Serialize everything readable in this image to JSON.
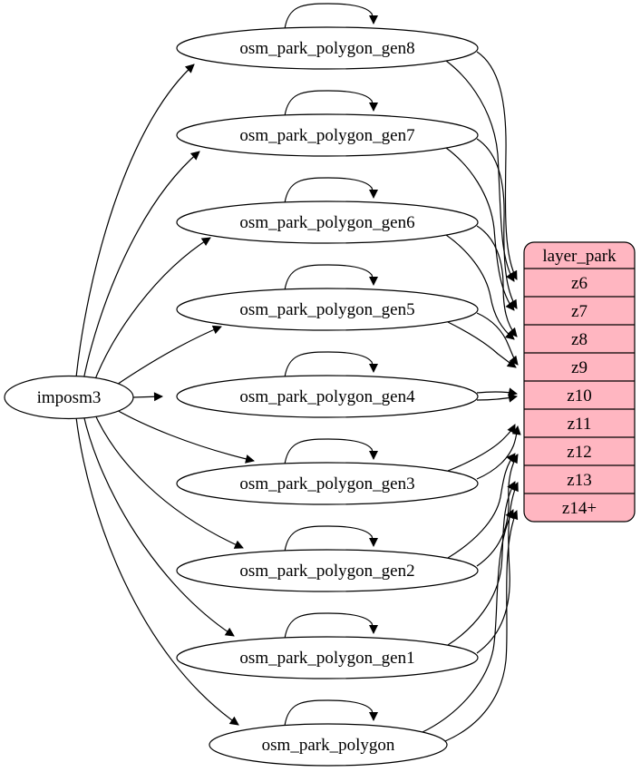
{
  "diagram_type": "etl-graph",
  "nodes": {
    "source": {
      "label": "imposm3"
    },
    "tables": [
      {
        "label": "osm_park_polygon_gen8",
        "target_zoom": "z6"
      },
      {
        "label": "osm_park_polygon_gen7",
        "target_zoom": "z7"
      },
      {
        "label": "osm_park_polygon_gen6",
        "target_zoom": "z8"
      },
      {
        "label": "osm_park_polygon_gen5",
        "target_zoom": "z9"
      },
      {
        "label": "osm_park_polygon_gen4",
        "target_zoom": "z10"
      },
      {
        "label": "osm_park_polygon_gen3",
        "target_zoom": "z11"
      },
      {
        "label": "osm_park_polygon_gen2",
        "target_zoom": "z12"
      },
      {
        "label": "osm_park_polygon_gen1",
        "target_zoom": "z13"
      },
      {
        "label": "osm_park_polygon",
        "target_zoom": "z14+"
      }
    ],
    "layer": {
      "header": "layer_park",
      "rows": [
        "z6",
        "z7",
        "z8",
        "z9",
        "z10",
        "z11",
        "z12",
        "z13",
        "z14+"
      ]
    }
  },
  "edges_summary": {
    "source_to_each_table": true,
    "self_loop_on_each_table": true,
    "edges_per_table_to_layer_row": 2
  },
  "colors": {
    "layer_fill": "#ffb6c1",
    "node_fill": "#ffffff",
    "edge": "#000000"
  }
}
